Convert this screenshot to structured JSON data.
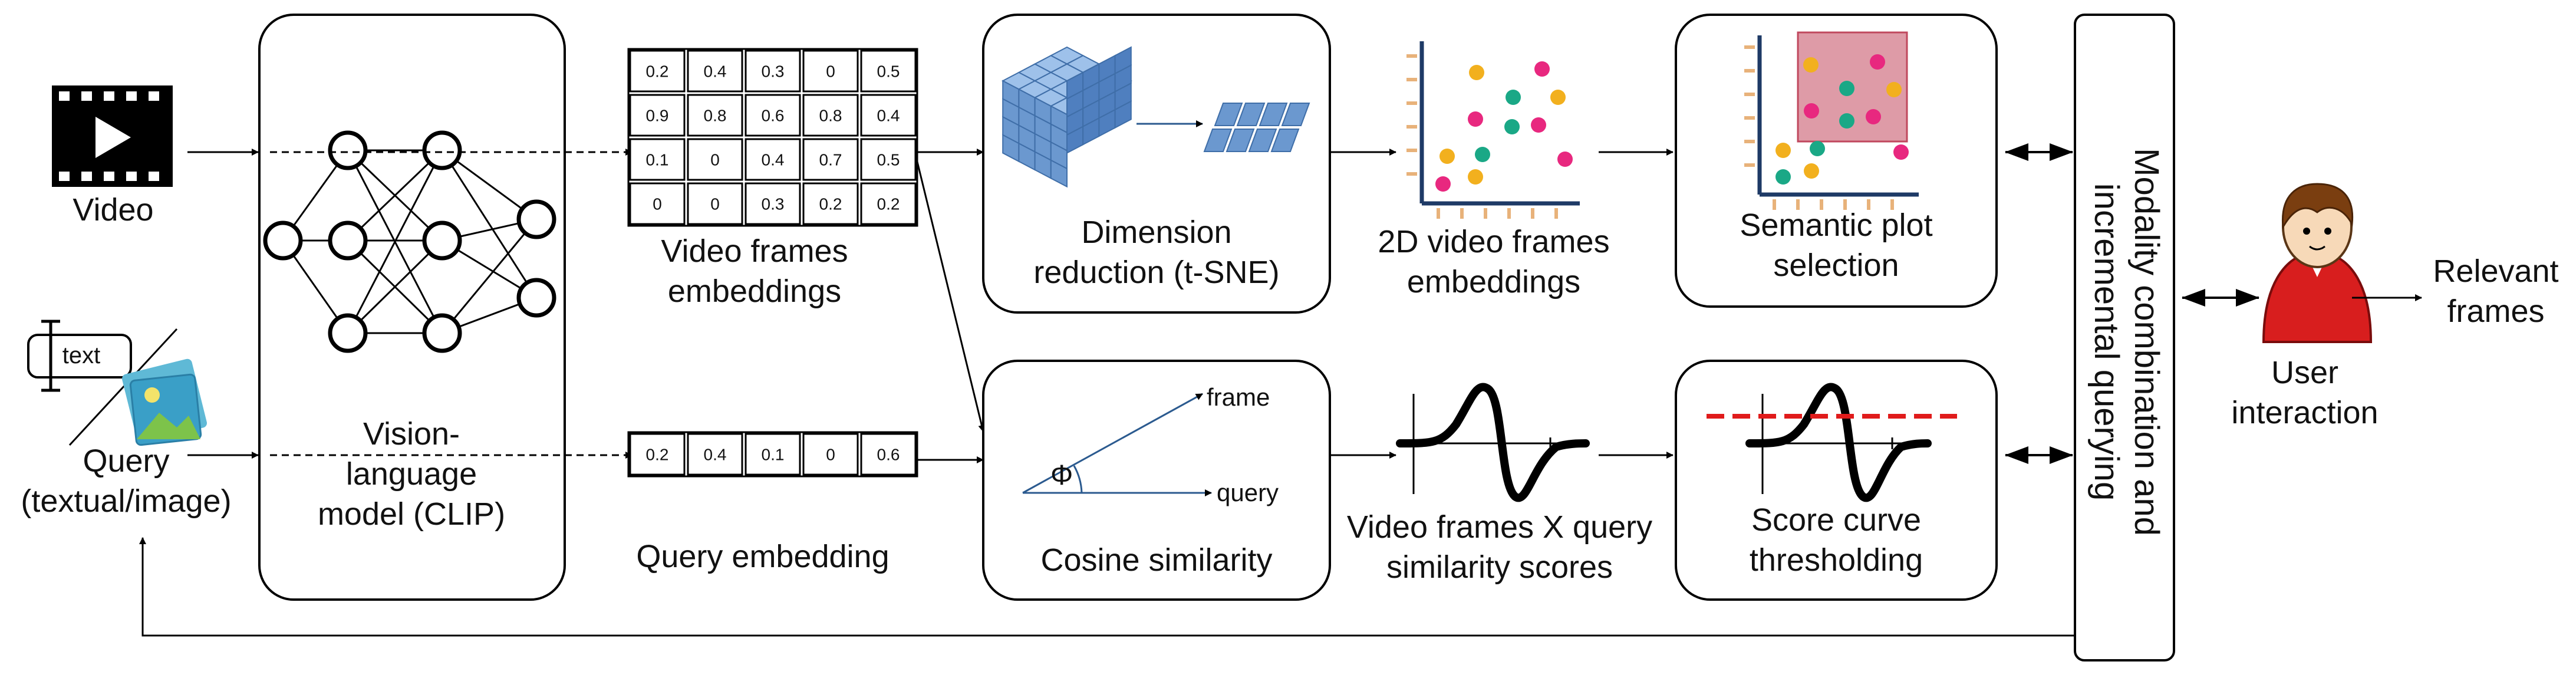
{
  "inputs": {
    "video_label": "Video",
    "query_label": "Query",
    "query_sub": "(textual/image)",
    "text_box_label": "text"
  },
  "clip": {
    "line1": "Vision-",
    "line2": "language",
    "line3": "model (CLIP)"
  },
  "video_embeddings": {
    "rows": [
      [
        "0.2",
        "0.4",
        "0.3",
        "0",
        "0.5"
      ],
      [
        "0.9",
        "0.8",
        "0.6",
        "0.8",
        "0.4"
      ],
      [
        "0.1",
        "0",
        "0.4",
        "0.7",
        "0.5"
      ],
      [
        "0",
        "0",
        "0.3",
        "0.2",
        "0.2"
      ]
    ],
    "line1": "Video frames",
    "line2": "embeddings"
  },
  "query_embedding": {
    "row": [
      "0.2",
      "0.4",
      "0.1",
      "0",
      "0.6"
    ],
    "label": "Query embedding"
  },
  "dim_reduction": {
    "line1": "Dimension",
    "line2": "reduction (t-SNE)"
  },
  "cosine": {
    "label": "Cosine similarity",
    "frame": "frame",
    "query": "query",
    "phi": "Φ"
  },
  "embeddings_2d": {
    "line1": "2D video frames",
    "line2": "embeddings"
  },
  "similarity_scores": {
    "line1": "Video frames X query",
    "line2": "similarity scores"
  },
  "semantic_selection": {
    "line1": "Semantic plot",
    "line2": "selection"
  },
  "thresholding": {
    "line1": "Score curve",
    "line2": "thresholding"
  },
  "modality": {
    "line1": "Modality combination and",
    "line2": "incremental querying"
  },
  "user": {
    "line1": "User",
    "line2": "interaction"
  },
  "output": {
    "line1": "Relevant",
    "line2": "frames"
  },
  "colors": {
    "dot_yellow": "#f2b01e",
    "dot_teal": "#1aa886",
    "dot_pink": "#e8287f",
    "tick_orange": "#e8b27a",
    "cube_blue": "#6b98cf",
    "selection_fill": "#d88a98",
    "selection_stroke": "#c0485e",
    "threshold_red": "#e01b1b",
    "user_red": "#d81e1e"
  }
}
